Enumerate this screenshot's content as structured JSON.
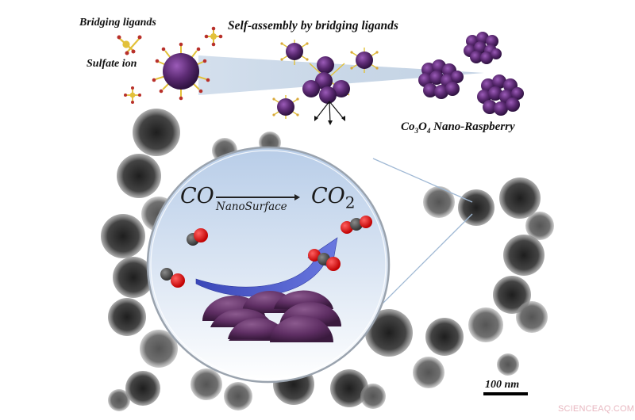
{
  "figure": {
    "title": "Self-assembly by bridging ligands",
    "labels": {
      "bridging_ligands": "Bridging ligands",
      "sulfate_ion": "Sulfate ion",
      "self_assembly": "Self-assembly by bridging ligands",
      "product_prefix": "Co",
      "product_sub1": "3",
      "product_mid": "O",
      "product_sub2": "4",
      "product_suffix": " Nano-Raspberry"
    },
    "reaction": {
      "reactant": "CO",
      "product": "CO",
      "product_subscript": "2",
      "catalyst": "NanoSurface"
    },
    "scale_bar": {
      "label": "100 nm"
    },
    "colors": {
      "particle_purple": "#5b2a72",
      "ligand_yellow": "#e2c13a",
      "ligand_red": "#b8302a",
      "lens_blue": "#c6d8ee",
      "arrow_blue": "#4a57c9",
      "oxygen_red": "#e01818",
      "carbon_gray": "#4c4c4c",
      "tem_gray": "#3a3a3a"
    }
  },
  "watermark": "SCIENCEAQ.COM"
}
